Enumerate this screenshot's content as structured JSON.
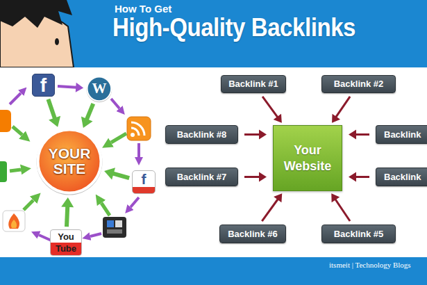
{
  "diagram": {
    "title": "High-Quality Backlinks",
    "nodes": [
      {
        "text": [
          "f"
        ]
      },
      {
        "text": [
          "W"
        ]
      },
      {
        "text": [
          "YOUR SITE"
        ]
      },
      {
        "text": [
          "f"
        ]
      },
      {
        "text": [
          "You Tube"
        ]
      },
      {
        "text": [
          "Backlink #1"
        ]
      },
      {
        "text": [
          "Backlink #2"
        ]
      },
      {
        "text": [
          "Backlink #8"
        ]
      },
      {
        "text": [
          "Your Website"
        ]
      },
      {
        "text": [
          "Backlink"
        ]
      },
      {
        "text": [
          "Backlink #7"
        ]
      },
      {
        "text": [
          "Backlink"
        ]
      },
      {
        "text": [
          "Backlink #6"
        ]
      },
      {
        "text": [
          "Backlink #5"
        ]
      }
    ],
    "edges": [
      {
        "from": 0,
        "to": 2,
        "arrow": "to"
      },
      {
        "from": 1,
        "to": 2,
        "arrow": "to"
      },
      {
        "from": 3,
        "to": 2,
        "arrow": "to"
      },
      {
        "from": 4,
        "to": 2,
        "arrow": "to"
      },
      {
        "from": 0,
        "to": 1,
        "arrow": "to"
      },
      {
        "from": 5,
        "to": 8,
        "arrow": "to"
      },
      {
        "from": 6,
        "to": 8,
        "arrow": "to"
      },
      {
        "from": 7,
        "to": 8,
        "arrow": "to"
      },
      {
        "from": 9,
        "to": 8,
        "arrow": "to"
      },
      {
        "from": 10,
        "to": 8,
        "arrow": "to"
      },
      {
        "from": 11,
        "to": 8,
        "arrow": "to"
      },
      {
        "from": 12,
        "to": 8,
        "arrow": "to"
      },
      {
        "from": 13,
        "to": 8,
        "arrow": "to"
      }
    ],
    "labels": [
      "How To Get",
      "itsmeit | Technology Blogs"
    ]
  }
}
